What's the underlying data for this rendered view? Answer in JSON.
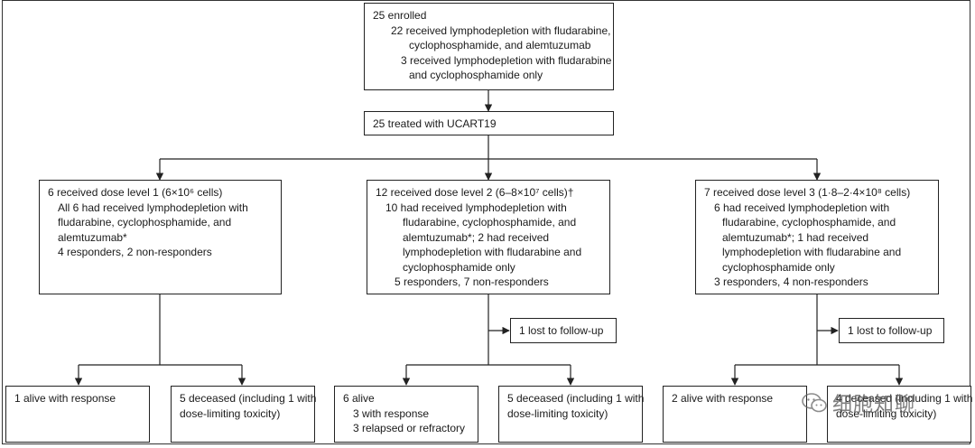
{
  "enrolled": {
    "title": "25 enrolled",
    "line1": "22 received lymphodepletion with fludarabine,",
    "line2": "cyclophosphamide, and alemtuzumab",
    "line3": "3 received lymphodepletion with fludarabine",
    "line4": "and cyclophosphamide only"
  },
  "treated": {
    "title": "25 treated with UCART19"
  },
  "dose1": {
    "title": "6 received dose level 1 (6×10⁶ cells)",
    "line1": "All 6 had received lymphodepletion with",
    "line2": "fludarabine, cyclophosphamide, and",
    "line3": "alemtuzumab*",
    "line4": "4 responders, 2 non-responders"
  },
  "dose2": {
    "title": "12 received dose level 2 (6–8×10⁷ cells)†",
    "line1": "10 had received lymphodepletion with",
    "line2": "fludarabine, cyclophosphamide, and",
    "line3": "alemtuzumab*; 2 had received",
    "line4": "lymphodepletion with fludarabine and",
    "line5": "cyclophosphamide only",
    "line6": "5 responders, 7 non-responders"
  },
  "dose3": {
    "title": "7 received dose level 3 (1·8–2·4×10⁸ cells)",
    "line1": "6 had received lymphodepletion with",
    "line2": "fludarabine, cyclophosphamide, and",
    "line3": "alemtuzumab*; 1 had received",
    "line4": "lymphodepletion with fludarabine and",
    "line5": "cyclophosphamide only",
    "line6": "3 responders, 4 non-responders"
  },
  "lost2": {
    "text": "1 lost to follow-up"
  },
  "lost3": {
    "text": "1 lost to follow-up"
  },
  "out1a": {
    "text": "1 alive with response"
  },
  "out1b": {
    "line1": "5 deceased (including 1 with",
    "line2": "dose-limiting toxicity)"
  },
  "out2a": {
    "title": "6 alive",
    "line1": "3 with response",
    "line2": "3 relapsed or refractory"
  },
  "out2b": {
    "line1": "5 deceased (including 1 with",
    "line2": "dose-limiting toxicity)"
  },
  "out3a": {
    "text": "2 alive with response"
  },
  "out3b": {
    "line1": "4 deceased (including 1 with",
    "line2": "dose-limiting toxicity)"
  },
  "watermark": {
    "text": "细胞知聊",
    "icon": "wechat-logo-icon"
  },
  "colors": {
    "stroke": "#222222",
    "text": "#1a1a1a",
    "watermark": "#555555"
  }
}
